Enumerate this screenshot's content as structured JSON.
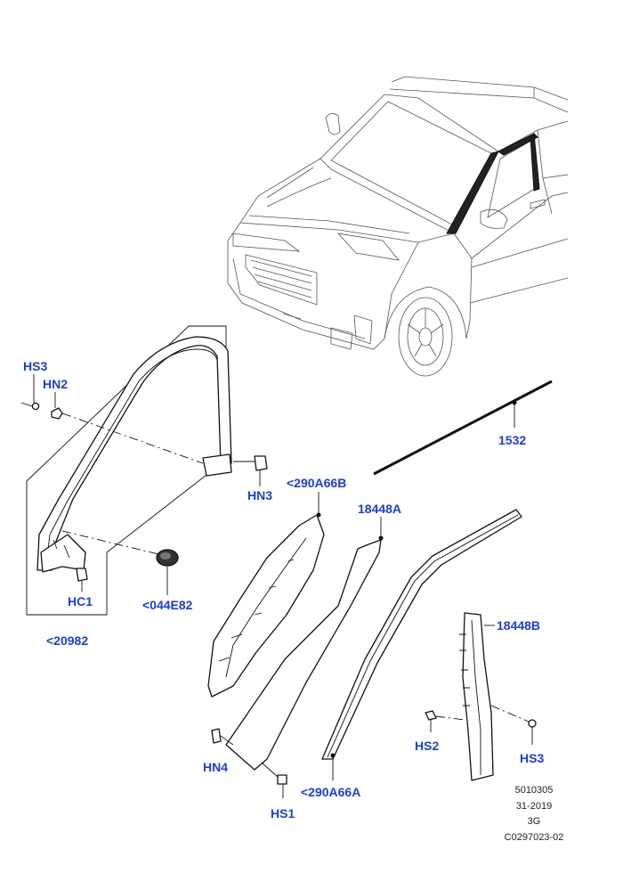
{
  "callouts": {
    "hs3_left": "HS3",
    "hn2": "HN2",
    "hn3": "HN3",
    "hc1": "HC1",
    "p044e82": "<044E82",
    "p20982": "<20982",
    "p290a66b": "<290A66B",
    "p18448a": "18448A",
    "p1532": "1532",
    "p18448b": "18448B",
    "hn4": "HN4",
    "hs1": "HS1",
    "p290a66a": "<290A66A",
    "hs2": "HS2",
    "hs3_right": "HS3"
  },
  "footer": {
    "line1": "5010305",
    "line2": "31-2019",
    "line3": "3G",
    "line4": "C0297023-02"
  },
  "colors": {
    "callout": "#1a3fd6",
    "line": "#111111"
  }
}
